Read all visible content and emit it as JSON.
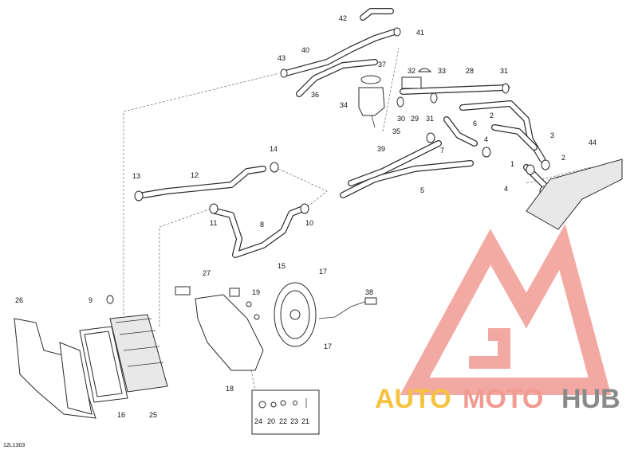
{
  "diagram": {
    "ref_code": "12L1303",
    "callouts": [
      "1",
      "2",
      "3",
      "4",
      "5",
      "6",
      "7",
      "8",
      "9",
      "10",
      "11",
      "12",
      "13",
      "14",
      "15",
      "16",
      "17",
      "18",
      "19",
      "20",
      "21",
      "22",
      "23",
      "24",
      "25",
      "26",
      "27",
      "28",
      "29",
      "30",
      "31",
      "32",
      "33",
      "34",
      "35",
      "36",
      "37",
      "38",
      "39",
      "40",
      "41",
      "42",
      "43",
      "44"
    ]
  },
  "watermark": {
    "word_part1": "AUTO",
    "word_part2": "MOTO",
    "word_part3": "HUB",
    "color_auto": "#f5c342",
    "color_moto": "#f19b93",
    "color_hub": "#8a8a8a",
    "logo_color": "#f19b93"
  }
}
